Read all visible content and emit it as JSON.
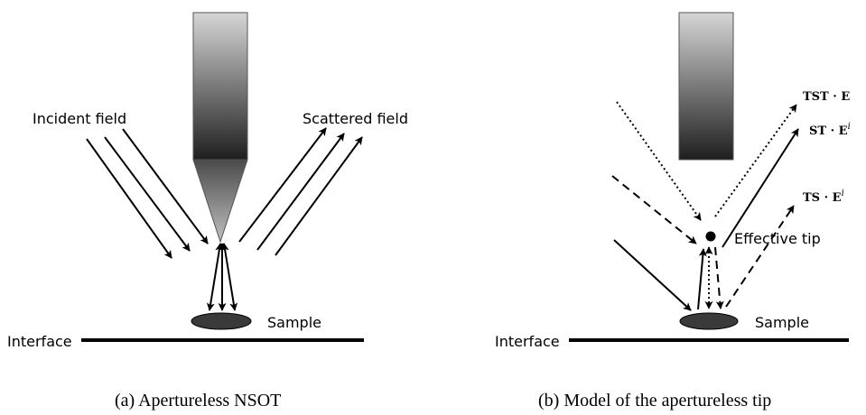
{
  "panel_a": {
    "labels": {
      "incident": "Incident field",
      "scattered": "Scattered field",
      "sample": "Sample",
      "interface": "Interface"
    },
    "caption": "(a) Apertureless NSOT"
  },
  "panel_b": {
    "labels": {
      "effective_tip": "Effective tip",
      "sample": "Sample",
      "interface": "Interface"
    },
    "outgoing": {
      "tst": {
        "main": "TST · E",
        "sup": ""
      },
      "st": {
        "main": "ST · E",
        "sup": "i"
      },
      "ts": {
        "main": "TS · E",
        "sup": "i"
      }
    },
    "caption": "(b) Model of the apertureless tip"
  },
  "colors": {
    "ink": "#000000",
    "probe_light": "#d4d4d4",
    "probe_dark": "#1e1e1e",
    "sample_fill": "#3a3a3a"
  }
}
